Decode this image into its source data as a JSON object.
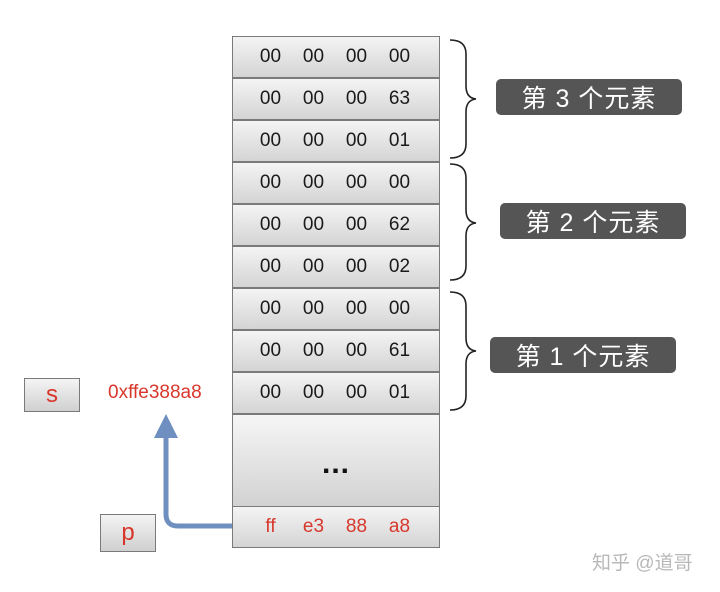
{
  "rows": [
    [
      "00",
      "00",
      "00",
      "00"
    ],
    [
      "00",
      "00",
      "00",
      "63"
    ],
    [
      "00",
      "00",
      "00",
      "01"
    ],
    [
      "00",
      "00",
      "00",
      "00"
    ],
    [
      "00",
      "00",
      "00",
      "62"
    ],
    [
      "00",
      "00",
      "00",
      "02"
    ],
    [
      "00",
      "00",
      "00",
      "00"
    ],
    [
      "00",
      "00",
      "00",
      "61"
    ],
    [
      "00",
      "00",
      "00",
      "01"
    ]
  ],
  "ellipsis": "...",
  "pointer_bytes": [
    "ff",
    "e3",
    "88",
    "a8"
  ],
  "labels": {
    "element3": "第 3 个元素",
    "element2": "第 2 个元素",
    "element1": "第 1 个元素"
  },
  "variables": {
    "s": "s",
    "p": "p"
  },
  "address": "0xffe388a8",
  "watermark": "知乎 @道哥",
  "colors": {
    "address_red": "#d8372c",
    "arrow_blue": "#6f8fc0",
    "label_bg": "#555555"
  }
}
